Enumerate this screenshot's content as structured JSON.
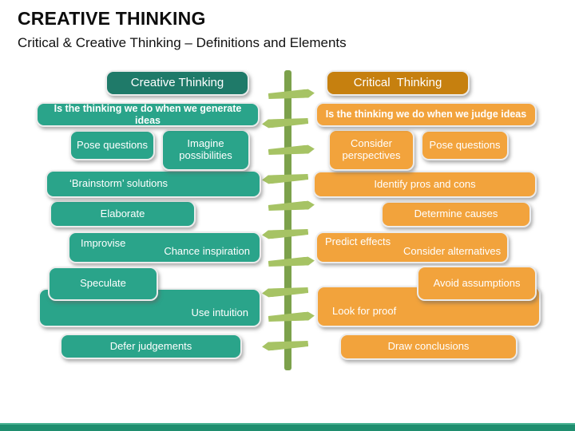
{
  "slide": {
    "title": "CREATIVE THINKING",
    "subtitle": "Critical & Creative Thinking – Definitions and Elements"
  },
  "creative_column": {
    "header": "Creative Thinking",
    "definition": "Is the thinking we do when we generate ideas",
    "items": {
      "pose_questions": "Pose questions",
      "imagine_possibilities": "Imagine possibilities",
      "brainstorm_solutions": "‘Brainstorm’ solutions",
      "elaborate": "Elaborate",
      "improvise": "Improvise",
      "chance_inspiration": "Chance inspiration",
      "speculate": "Speculate",
      "use_intuition": "Use intuition",
      "defer_judgements": "Defer judgements"
    }
  },
  "critical_column": {
    "header": "Critical  Thinking",
    "definition": "Is the thinking we do when we judge ideas",
    "items": {
      "consider_perspectives": "Consider perspectives",
      "pose_questions": "Pose questions",
      "identify_pros_cons": "Identify pros and cons",
      "determine_causes": "Determine causes",
      "predict_effects": "Predict effects",
      "consider_alternatives": "Consider alternatives",
      "avoid_assumptions": "Avoid assumptions",
      "look_for_proof": "Look for proof",
      "draw_conclusions": "Draw conclusions"
    }
  },
  "colors": {
    "teal_header": "#1F7A69",
    "teal_box": "#2AA48A",
    "orange_header": "#C6800F",
    "orange_box": "#F2A33C",
    "stem": "#7CA14B",
    "branch": "#A6C364",
    "footer_dark": "#1F8E6F",
    "footer_light": "#4CB394"
  }
}
